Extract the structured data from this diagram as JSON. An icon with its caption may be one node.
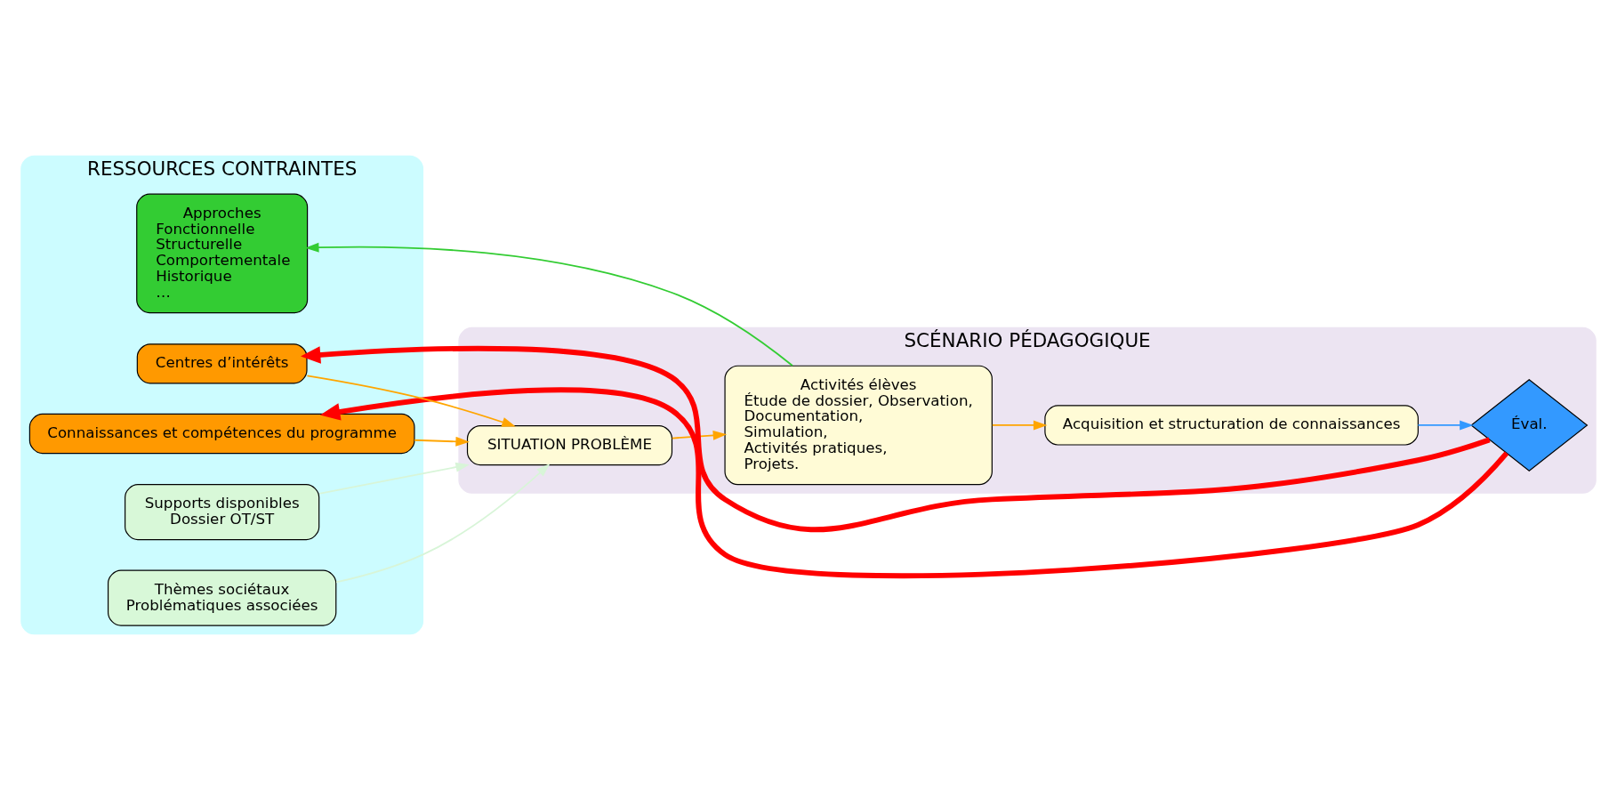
{
  "diagram": {
    "nodes": [
      {
        "text": [
          "SCÉNARIO PÉDAGOGIQUE"
        ]
      },
      {
        "text": [
          "RESSOURCES CONTRAINTES"
        ]
      },
      {
        "text": [
          "Centres d’intérêts"
        ],
        "in": 1
      },
      {
        "text": [
          "Connaissances et compétences du programme"
        ],
        "in": 1
      },
      {
        "text": [
          "SITUATION PROBLÈME"
        ],
        "in": 0
      },
      {
        "text": [
          "Activités élèves",
          "Étude de dossier, Observation,",
          "Documentation,",
          "Simulation,",
          "Activités pratiques,",
          "Projets."
        ],
        "in": 0
      },
      {
        "text": [
          "Acquisition et structuration de connaissances"
        ],
        "in": 0
      },
      {
        "text": [
          "Supports disponibles",
          "Dossier OT/ST"
        ],
        "in": 1
      },
      {
        "text": [
          "Thèmes sociétaux",
          "Problématiques associées"
        ],
        "in": 1
      },
      {
        "text": [
          "Approches",
          "Fonctionnelle",
          "Structurelle",
          "Comportementale",
          "Historique",
          "…"
        ],
        "in": 1
      },
      {
        "text": [
          "Éval."
        ],
        "in": 0
      }
    ],
    "edges": [
      {
        "from": 10,
        "to": 2,
        "arrow": "to",
        "style": "thick",
        "color": "#ff0000"
      },
      {
        "from": 10,
        "to": 3,
        "arrow": "to",
        "style": "thick",
        "color": "#ff0000"
      },
      {
        "from": 2,
        "to": 4,
        "arrow": "to"
      },
      {
        "from": 3,
        "to": 4,
        "arrow": "to"
      },
      {
        "from": 4,
        "to": 5,
        "arrow": "to"
      },
      {
        "from": 5,
        "to": 6,
        "arrow": "to"
      },
      {
        "from": 7,
        "to": 4,
        "arrow": "to",
        "color": "#d8f5d8"
      },
      {
        "from": 8,
        "to": 4,
        "arrow": "to",
        "color": "#d8f5d8"
      },
      {
        "from": 5,
        "to": 9,
        "arrow": "to",
        "color": "#33cc33"
      },
      {
        "from": 6,
        "to": 10,
        "arrow": "to",
        "color": "#3399ff"
      }
    ]
  }
}
